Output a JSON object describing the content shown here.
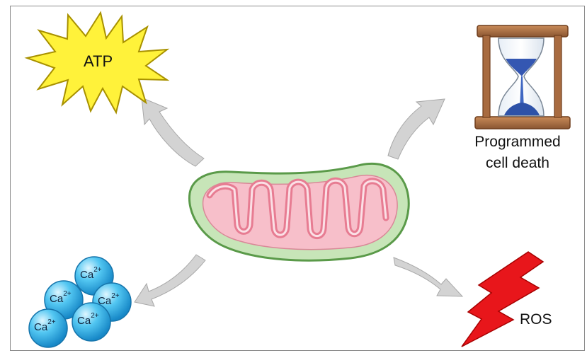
{
  "nodes": {
    "atp": {
      "label": "ATP",
      "icon": "atp-starburst-icon",
      "color": "#fff23a"
    },
    "programmed_cell_death": {
      "line1": "Programmed",
      "line2": "cell death",
      "icon": "hourglass-icon"
    },
    "ros": {
      "label": "ROS",
      "icon": "lightning-bolt-icon",
      "color": "#e8161b"
    },
    "calcium": {
      "icon": "calcium-ions-icon",
      "color": "#27b2ea",
      "ions": [
        {
          "base": "Ca",
          "charge": "2+"
        },
        {
          "base": "Ca",
          "charge": "2+"
        },
        {
          "base": "Ca",
          "charge": "2+"
        },
        {
          "base": "Ca",
          "charge": "2+"
        },
        {
          "base": "Ca",
          "charge": "2+"
        }
      ]
    },
    "mitochondrion": {
      "icon": "mitochondrion-icon",
      "outer_color": "#c7e5b8",
      "inner_color": "#f5a9b6"
    }
  },
  "arrows": {
    "color": "#d0d0d0"
  }
}
